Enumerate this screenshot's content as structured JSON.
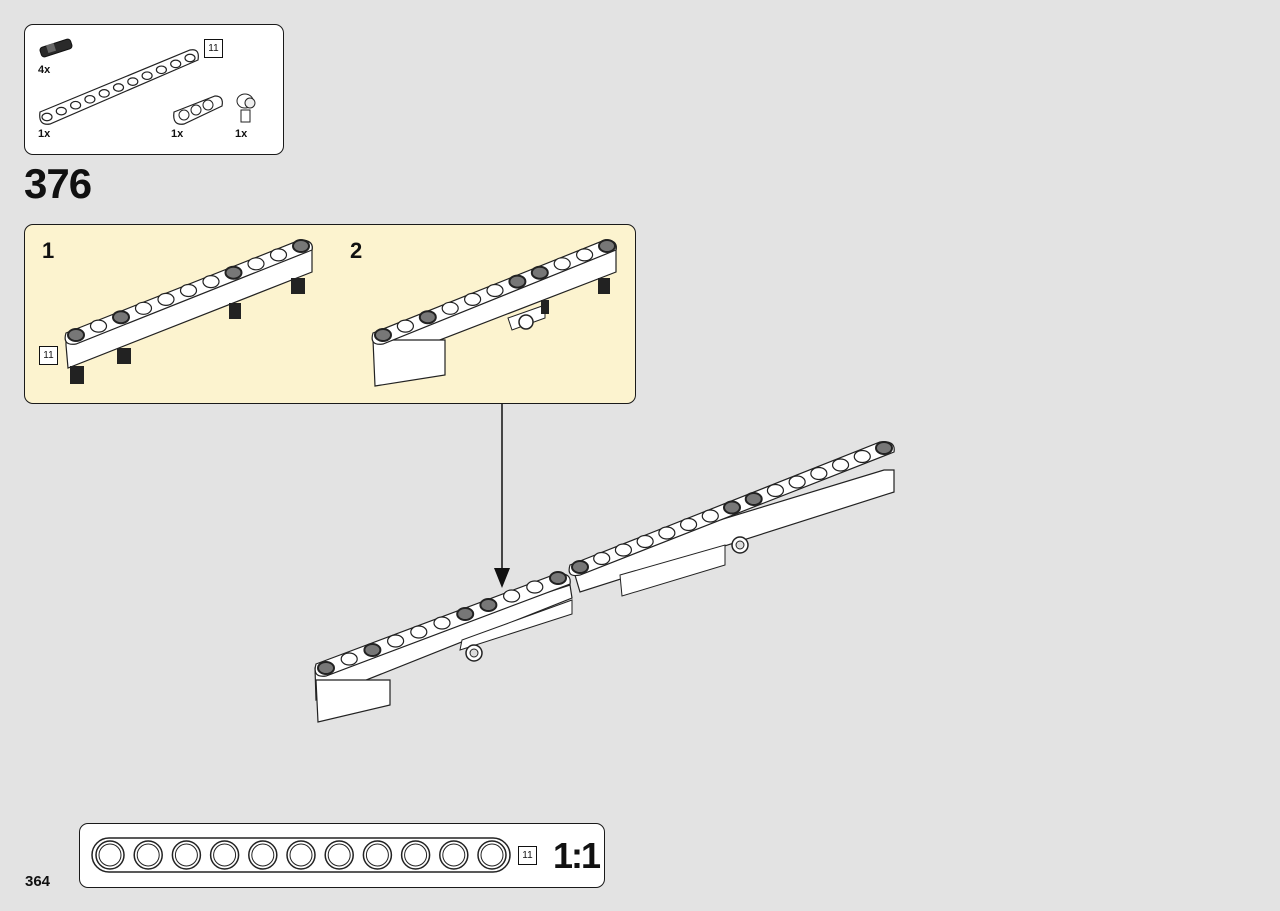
{
  "parts_list": {
    "items": [
      {
        "name": "axle-pin-with-friction-icon",
        "quantity": "4x"
      },
      {
        "name": "beam-11-icon",
        "quantity": "1x"
      },
      {
        "name": "beam-3-icon",
        "quantity": "1x"
      },
      {
        "name": "axle-pin-connector-icon",
        "quantity": "1x"
      }
    ],
    "length_badge": "11"
  },
  "step": {
    "number": "376",
    "substeps": [
      {
        "number": "1",
        "length_badge": "11"
      },
      {
        "number": "2"
      }
    ]
  },
  "scale_ruler": {
    "length_badge": "11",
    "scale_label": "1:1",
    "holes": 11
  },
  "page": {
    "number": "364"
  },
  "colors": {
    "page_background": "#e3e3e3",
    "substep_background": "#fcf3cf",
    "outline": "#1a1a1a"
  }
}
